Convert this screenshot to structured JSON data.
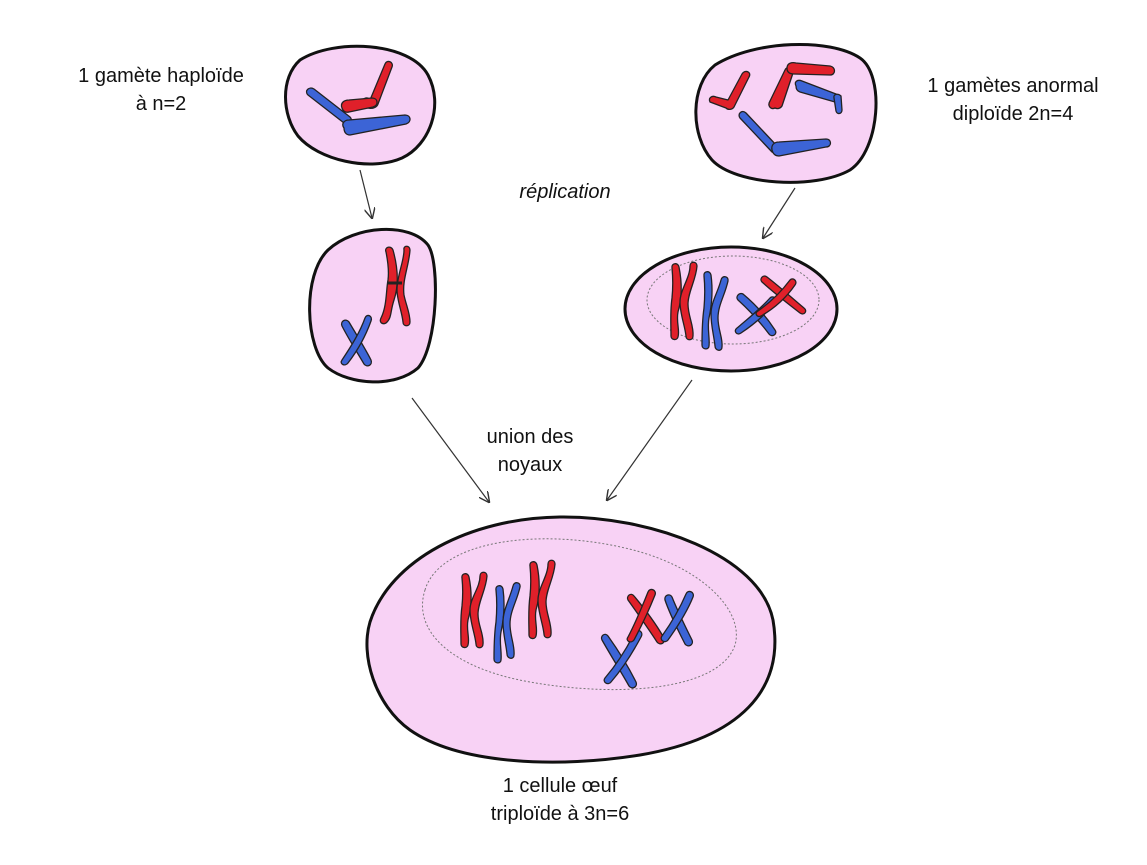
{
  "labels": {
    "haploid_gamete": [
      "1 gamète haploïde",
      "à n=2"
    ],
    "diploid_gamete": [
      "1 gamètes anormal",
      "diploïde 2n=4"
    ],
    "replication": "réplication",
    "union": [
      "union des",
      "noyaux"
    ],
    "egg_cell": [
      "1 cellule œuf",
      "triploïde à 3n=6"
    ]
  },
  "colors": {
    "cell_fill": "#f8d2f5",
    "red_chromosome": "#e0202a",
    "blue_chromosome": "#3c64d6",
    "outline": "#111111"
  }
}
